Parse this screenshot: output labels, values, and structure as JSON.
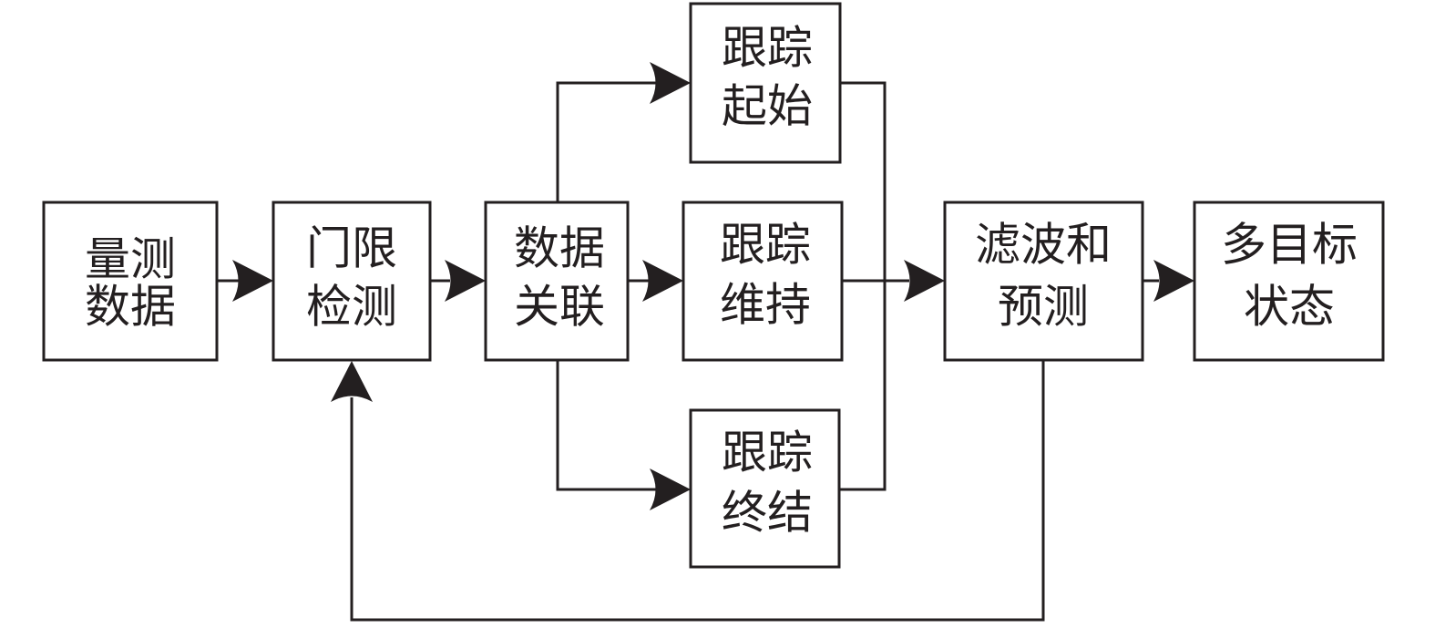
{
  "nodes": {
    "measurement_data": {
      "line1": "量测",
      "line2": "数据"
    },
    "threshold_detection": {
      "line1": "门限",
      "line2": "检测"
    },
    "data_association": {
      "line1": "数据",
      "line2": "关联"
    },
    "track_initiation": {
      "line1": "跟踪",
      "line2": "起始"
    },
    "track_maintenance": {
      "line1": "跟踪",
      "line2": "维持"
    },
    "track_termination": {
      "line1": "跟踪",
      "line2": "终结"
    },
    "filtering_prediction": {
      "line1": "滤波和",
      "line2": "预测"
    },
    "multi_target_state": {
      "line1": "多目标",
      "line2": "状态"
    }
  },
  "edges": [
    {
      "from": "量测数据",
      "to": "门限检测"
    },
    {
      "from": "门限检测",
      "to": "数据关联"
    },
    {
      "from": "数据关联",
      "to": "跟踪起始"
    },
    {
      "from": "数据关联",
      "to": "跟踪维持"
    },
    {
      "from": "数据关联",
      "to": "跟踪终结"
    },
    {
      "from": "跟踪起始",
      "to": "滤波和预测"
    },
    {
      "from": "跟踪维持",
      "to": "滤波和预测"
    },
    {
      "from": "跟踪终结",
      "to": "滤波和预测"
    },
    {
      "from": "滤波和预测",
      "to": "多目标状态"
    },
    {
      "from": "滤波和预测",
      "to": "门限检测"
    }
  ],
  "colors": {
    "stroke": "#231f20",
    "background": "#ffffff"
  }
}
